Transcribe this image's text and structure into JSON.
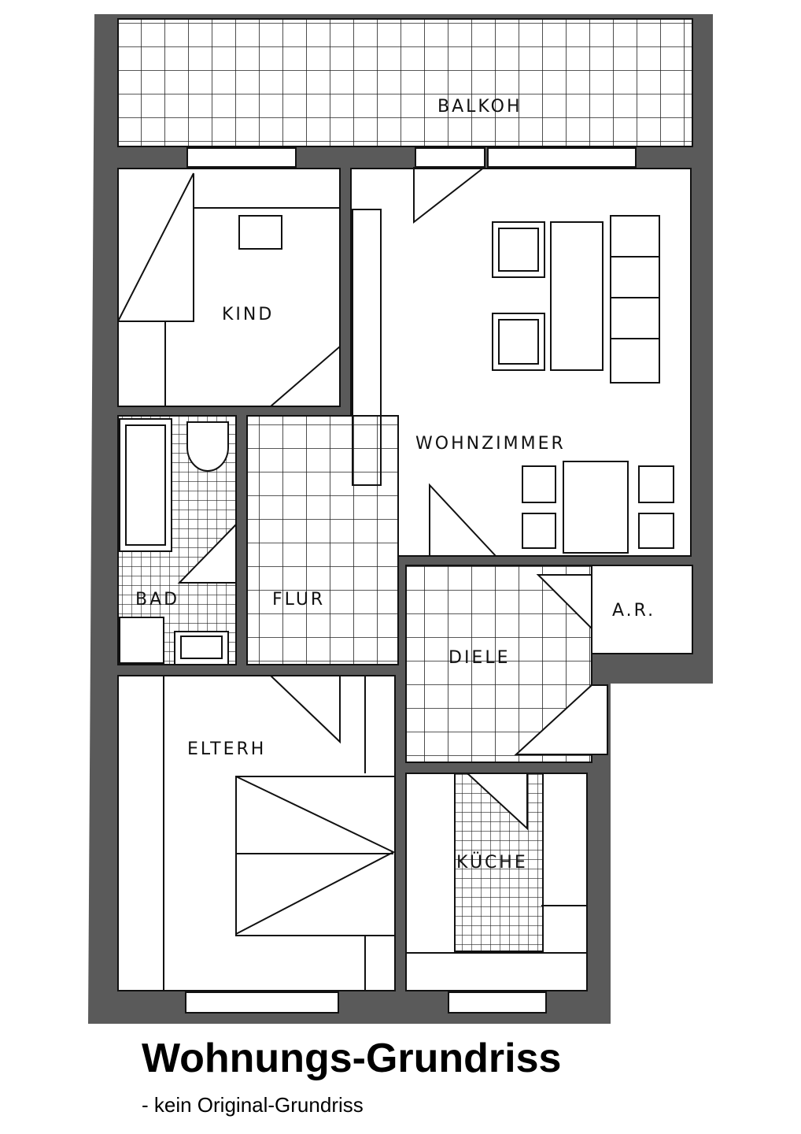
{
  "plan": {
    "rooms": {
      "balkon": "BALKOH",
      "kind": "KIND",
      "wohnzimmer": "WOHNZIMMER",
      "bad": "BAD",
      "flur": "FLUR",
      "ar": "A.R.",
      "diele": "DIELE",
      "eltern": "ELTERH",
      "kueche": "KÜCHE"
    }
  },
  "caption": {
    "title": "Wohnungs-Grundriss",
    "subtitle": "- kein Original-Grundriss"
  }
}
